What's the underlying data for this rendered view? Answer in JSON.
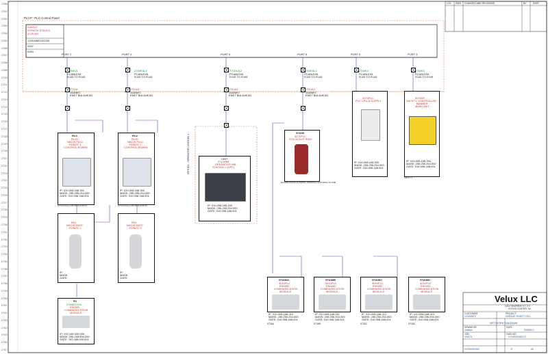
{
  "panel": {
    "title": "PLCP - PLC Control Panel"
  },
  "switch": {
    "id": "S30ACT",
    "line1": "STRATIX 5700/CX",
    "line2": "20-PORT",
    "row1": "1783-BMS10CGN",
    "row2": "2057",
    "row3": "2063"
  },
  "ports": [
    "PORT 2",
    "PORT 4",
    "PORT 6",
    "PORT 8",
    "PORT 5",
    "PORT 3"
  ],
  "cables": [
    {
      "id": "2700K2L",
      "l1": "PCABLE05",
      "l2": "RJ45 TO RJ45"
    },
    {
      "id": "2700K3L3",
      "l1": "PCABLE05",
      "l2": "RJ45 TO RJ45"
    },
    {
      "id": "2701K2L2",
      "l1": "PCABLE05",
      "l2": "RJ45 TO RJ45"
    },
    {
      "id": "2700K5L1",
      "l1": "PCABLE05",
      "l2": "RJ45 TO RJ45"
    },
    {
      "id": "2700K4",
      "l1": "PCABLE05",
      "l2": "RJ45 TO RJ45"
    },
    {
      "id": "2700K5",
      "l1": "PCABLE05",
      "l2": "RJ45 TO RJ45"
    }
  ],
  "bulkheads": [
    {
      "tag": "TB1",
      "id": "2712A",
      "l1": "1430897",
      "l2": "ENET BULKHEAD"
    },
    {
      "tag": "TB2",
      "id": "2712A1",
      "l1": "1430897",
      "l2": "ENET BULKHEAD"
    },
    {
      "tag": "TB3",
      "id": "2712A2",
      "l1": "1430897",
      "l2": "ENET BULKHEAD"
    },
    {
      "tag": "TB4",
      "id": "2712A3",
      "l1": "1430897",
      "l2": "ENET BULKHEAD"
    }
  ],
  "devices": {
    "rc1": {
      "head": "RC1",
      "id": "RC01",
      "name": "NACHI FD11",
      "sub": "ROBOT 1",
      "sub2": "CONTROL BOARD",
      "ip": "IP: 010.008.168.301",
      "mask": "MASK: 255.255.254.000",
      "gate": "GATE: 010.008.168.001",
      "foot": "CFD-FD11-CONTROLLER-R1"
    },
    "rc2": {
      "head": "RC2",
      "id": "RC02",
      "name": "NACHI FD11",
      "sub": "ROBOT 2",
      "sub2": "CONTROL BOARD",
      "ip": "IP: 010.008.168.302",
      "mask": "MASK: 255.255.254.000",
      "gate": "GATE: 010.008.168.001",
      "foot": "CFD-FD11-CONTROLLER-R2"
    },
    "r1": {
      "id": "R01",
      "name": "NACHI MZ07",
      "sub": "ROBOT 1",
      "ip": "IP:",
      "mask": "MASK:",
      "gate": "GATE:"
    },
    "r2": {
      "id": "R02",
      "name": "NACHI MZ07",
      "sub": "ROBOT 2",
      "ip": "IP:",
      "mask": "MASK:",
      "gate": "GATE:"
    },
    "hmi": {
      "head": "OINT",
      "id": "2712HMI",
      "name": "OPERATOR HMI",
      "sub": "STATION 1 (OP1)",
      "ip": "IP: 010.008.168.300",
      "mask": "MASK: 255.255.254.000",
      "gate": "GATE: 010.008.168.001"
    },
    "sta00": {
      "head": "STA00",
      "id": "3271PLC",
      "name": "STA 00 SLIP RING",
      "foot": "ECOMM-STA00-SLIPRING-THROUGH-SLIP-RING-TO-RIM"
    },
    "plc": {
      "id": "3070PLC",
      "name": "PLC CPU & SUPPLY",
      "ip": "IP: 010.008.168.300",
      "mask": "MASK: 255.255.254.000",
      "gate": "GATE: 010.008.168.001"
    },
    "safety": {
      "id": "3070SF",
      "name": "SAFETY CONTROLLER",
      "sub": "BANNER",
      "sub2": "MAIN UNIT",
      "ip": "IP: 010.008.168.304",
      "mask": "MASK: 255.255.254.000",
      "gate": "GATE: 010.008.168.001",
      "foot": "SAFETY"
    },
    "ati": {
      "head": "R1",
      "id": "2740K1TOA",
      "name": "EN0050",
      "sub": "COMMUNICATION",
      "sub2": "MODULE",
      "ip": "IP: 192.168.000.005",
      "mask": "MASK: 255.255.000.000",
      "gate": "GATE: 192.168.000.001"
    }
  },
  "stations": [
    {
      "head": "STA30A",
      "id": "3210PLC",
      "name": "EN0050",
      "sub": "COMMUNICATION",
      "sub2": "MODULE",
      "ip": "IP: 010.008.168.310",
      "mask": "MASK: 255.255.254.000",
      "gate": "GATE: 010.008.168.001",
      "foot": "ST30A"
    },
    {
      "head": "STA30B",
      "id": "3410PLC",
      "name": "EN0050",
      "sub": "COMMUNICATION",
      "sub2": "MODULE",
      "ip": "IP: 010.008.168.311",
      "mask": "MASK: 255.255.254.000",
      "gate": "GATE: 010.008.168.001",
      "foot": "ST30B"
    },
    {
      "head": "STA30C",
      "id": "3610PLC",
      "name": "EN0050",
      "sub": "COMMUNICATION",
      "sub2": "MODULE",
      "ip": "IP: 010.008.168.312",
      "mask": "MASK: 255.255.254.000",
      "gate": "GATE: 010.008.168.001",
      "foot": "ST30C"
    },
    {
      "head": "STA30D",
      "id": "4010PLC",
      "name": "EN0050",
      "sub": "COMMUNICATION",
      "sub2": "MODULE",
      "ip": "IP: 010.008.168.313",
      "mask": "MASK: 255.255.254.000",
      "gate": "GATE: 010.008.168.001",
      "foot": "ST30D"
    }
  ],
  "side_label": "OPSTA1 - OPERATOR STATION 1",
  "revision_header": {
    "loc": "LOC",
    "dwg": "DWG",
    "changes": "CHANGES AND REVISIONS",
    "by": "BY",
    "date": "DATE"
  },
  "title_block": {
    "company": "Velux LLC",
    "addr1": "4211 HEMFREE CT. 2.0",
    "addr2": "SYRON CENTER, MI",
    "customer_label": "CUSTOMER",
    "customer": "LOGIMATZ",
    "project_label": "PROJECT",
    "project": "GARAGE ROBOT CELL",
    "drawing": "NETWORK DIAGRAM",
    "drawn_label": "DRAWN BY",
    "drawn": "smaltyn",
    "date_label": "DATE",
    "date": "5/28/2017",
    "job_label": "JOB",
    "job": "330174",
    "dwg_label": "DWG NO.",
    "dwg": "VX130091540-27",
    "sheet": "27",
    "rev": "A0",
    "file": "VX130091540"
  },
  "rows_start": 2700,
  "rows_end": 2747
}
